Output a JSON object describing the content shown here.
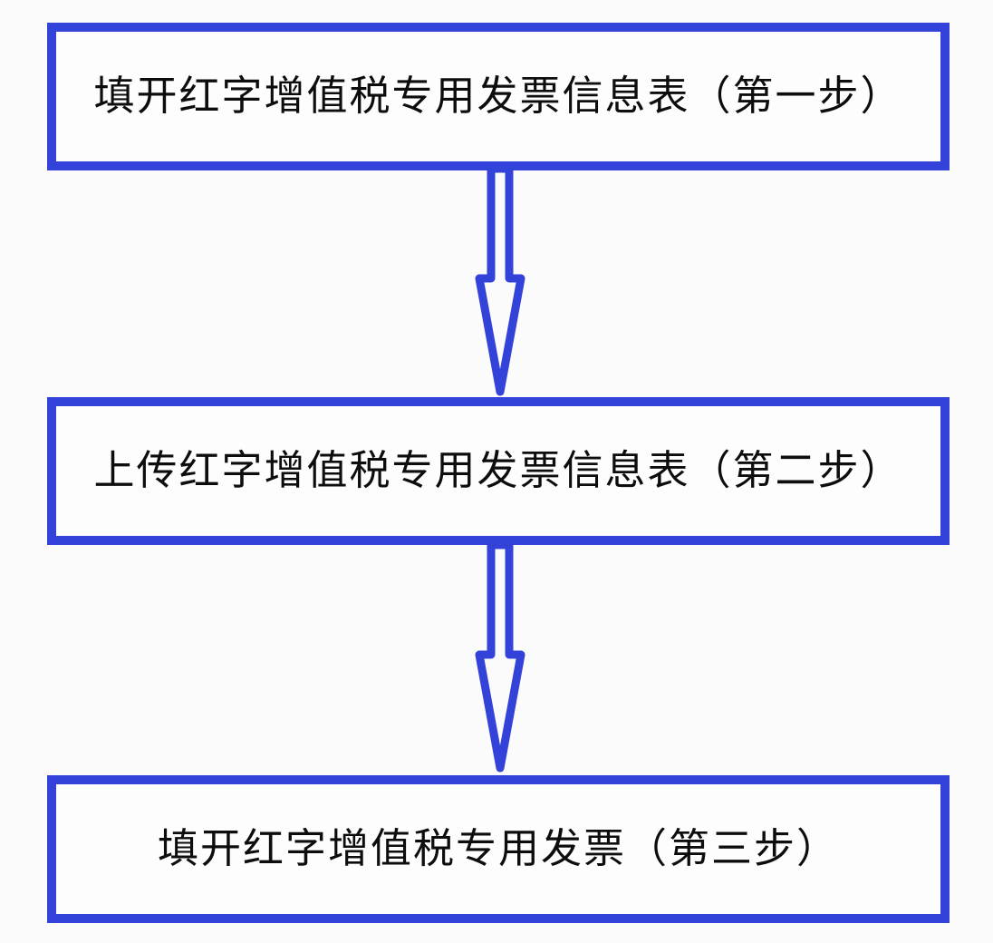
{
  "diagram": {
    "type": "flowchart",
    "orientation": "vertical",
    "background_color": "#fbfbfc",
    "box_fill_color": "#fdfdfe",
    "accent_color": "#3342d8",
    "text_color": "#0d0d0d",
    "steps": [
      {
        "id": "step-1",
        "label": "填开红字增值税专用发票信息表（第一步）"
      },
      {
        "id": "step-2",
        "label": "上传红字增值税专用发票信息表（第二步）"
      },
      {
        "id": "step-3",
        "label": "填开红字增值税专用发票（第三步）"
      }
    ],
    "connectors": [
      {
        "from": "step-1",
        "to": "step-2",
        "direction": "down",
        "style": "hollow-outline-arrow"
      },
      {
        "from": "step-2",
        "to": "step-3",
        "direction": "down",
        "style": "hollow-outline-arrow"
      }
    ]
  }
}
